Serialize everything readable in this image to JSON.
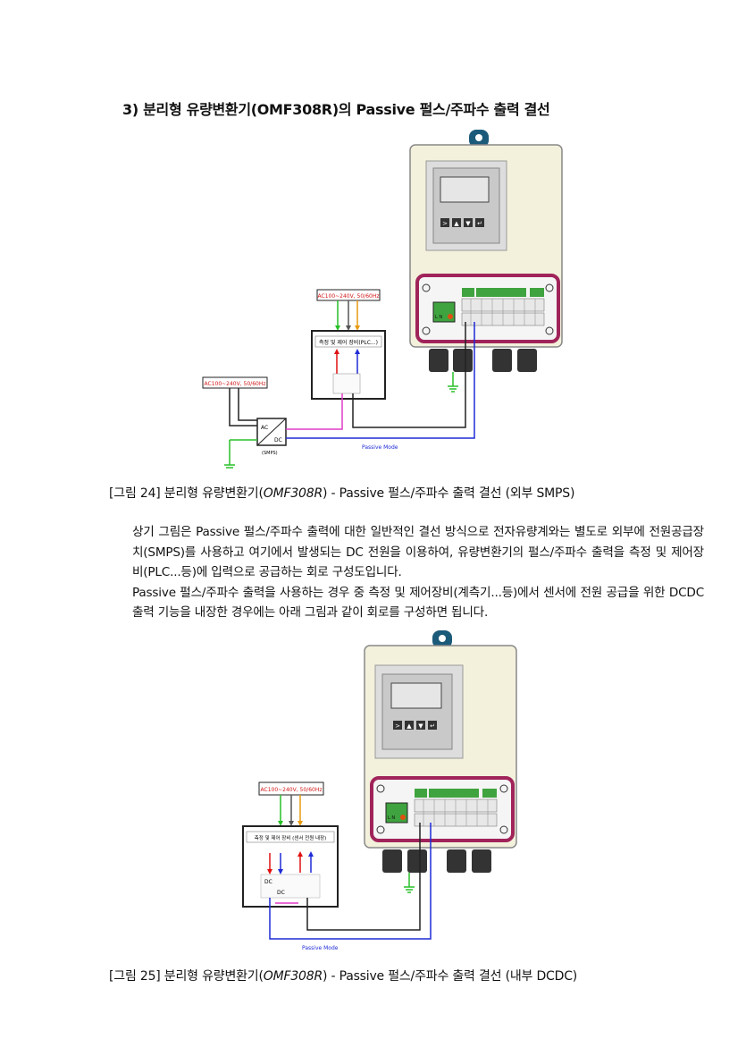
{
  "heading": "3) 분리형 유량변환기(OMF308R)의 Passive 펄스/주파수 출력 결선",
  "figure1": {
    "ac_label_top": "AC100~240V, 50/60Hz",
    "ac_label_left": "AC100~240V, 50/60Hz",
    "controller_label": "측정 및 제어 장비(PLC...)",
    "smps_ac": "AC",
    "smps_dc": "DC",
    "smps_label": "(SMPS)",
    "mode_label": "Passive Mode"
  },
  "caption1": {
    "prefix": "[그림 24] 분리형 유량변환기(",
    "model": "OMF308R",
    "suffix": ") - Passive 펄스/주파수 출력 결선 (외부 SMPS)"
  },
  "paragraph": {
    "line1": "상기 그림은 Passive 펄스/주파수 출력에 대한 일반적인 결선 방식으로 전자유량계와는 별도로 외부에 전원공급장치(SMPS)를 사용하고 여기에서 발생되는 DC 전원을 이용하여, 유량변환기의 펄스/주파수 출력을 측정 및 제어장비(PLC...등)에 입력으로 공급하는 회로 구성도입니다.",
    "line2": "Passive 펄스/주파수 출력을 사용하는 경우 중 측정 및 제어장비(계측기...등)에서 센서에 전원 공급을 위한 DCDC 출력 기능을 내장한 경우에는 아래 그림과 같이 회로를 구성하면 됩니다."
  },
  "figure2": {
    "ac_label": "AC100~240V, 50/60Hz",
    "controller_label": "측정 및 제어 장비 (센서 전원 내장)",
    "dc_top": "DC",
    "dc_bottom": "DC",
    "mode_label": "Passive Mode"
  },
  "caption2": {
    "prefix": "[그림 25] 분리형 유량변환기(",
    "model": "OMF308R",
    "suffix": ") - Passive 펄스/주파수 출력 결선 (내부 DCDC)"
  },
  "keypad_symbols": [
    ">",
    "▲",
    "▼",
    "↵"
  ],
  "terminal_ln": "L N",
  "colors": {
    "housing": "#f3f1dc",
    "housing_border": "#888",
    "terminal_frame": "#a0245a",
    "wire_blue": "#1f2bd6",
    "wire_magenta": "#e03cc8",
    "wire_green": "#28c028",
    "wire_red": "#e01010",
    "wire_orange": "#e89a10",
    "label_red": "#d01818"
  }
}
